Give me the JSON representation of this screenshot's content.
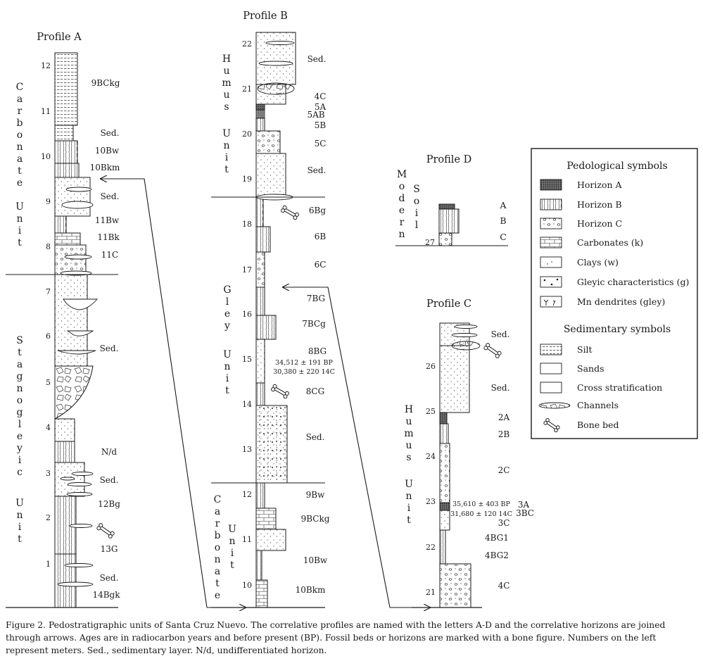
{
  "profiles": {
    "A": {
      "title": "Profile A",
      "ticks": [
        "1",
        "2",
        "3",
        "4",
        "5",
        "6",
        "7",
        "8",
        "9",
        "10",
        "11",
        "12"
      ],
      "unit_top": [
        "C",
        "a",
        "r",
        "b",
        "o",
        "n",
        "a",
        "t",
        "e",
        "",
        "U",
        "n",
        "i",
        "t"
      ],
      "unit_bottom": [
        "S",
        "t",
        "a",
        "g",
        "n",
        "o",
        "g",
        "l",
        "e",
        "y",
        "i",
        "c",
        "",
        "U",
        "n",
        "i",
        "t"
      ],
      "horizons": [
        "9BCkg",
        "Sed.",
        "10Bw",
        "10Bkm",
        "Sed.",
        "11Bw",
        "11Bk",
        "11C",
        "Sed.",
        "N/d",
        "Sed.",
        "12Bg",
        "13G",
        "Sed.",
        "14Bgk"
      ]
    },
    "B": {
      "title": "Profile B",
      "ticks": [
        "10",
        "11",
        "12",
        "13",
        "14",
        "15",
        "16",
        "17",
        "18",
        "19",
        "20",
        "21",
        "22"
      ],
      "unit_humus": [
        "H",
        "u",
        "m",
        "u",
        "s",
        "",
        "U",
        "n",
        "i",
        "t"
      ],
      "unit_gley": [
        "G",
        "l",
        "e",
        "y",
        "",
        "U",
        "n",
        "i",
        "t"
      ],
      "unit_carb": [
        "C",
        "a",
        "r",
        "b",
        "o",
        "n",
        "a",
        "t",
        "e"
      ],
      "unit_carb2": [
        "U",
        "n",
        "i",
        "t"
      ],
      "horizons": [
        "Sed.",
        "4C",
        "5A",
        "5AB",
        "5B",
        "5C",
        "Sed.",
        "6Bg",
        "6B",
        "6C",
        "7BG",
        "7BCg",
        "8BG",
        "8CG",
        "Sed.",
        "9Bw",
        "9BCkg",
        "10Bw",
        "10Bkm"
      ],
      "dates": [
        "34,512 ± 191 BP",
        "30,380 ± 220 14C"
      ]
    },
    "C": {
      "title": "Profile C",
      "ticks": [
        "21",
        "22",
        "23",
        "24",
        "25",
        "26"
      ],
      "unit": [
        "H",
        "u",
        "m",
        "u",
        "s",
        "",
        "U",
        "n",
        "i",
        "t"
      ],
      "horizons": [
        "Sed.",
        "Sed.",
        "2A",
        "2B",
        "2C",
        "3A",
        "3BC",
        "3C",
        "4BG1",
        "4BG2",
        "4C"
      ],
      "dates": [
        "35,610 ± 403 BP",
        "31,680 ± 120 14C"
      ]
    },
    "D": {
      "title": "Profile D",
      "ticks": [
        "27"
      ],
      "unit_modern": [
        "M",
        "o",
        "d",
        "e",
        "r",
        "n"
      ],
      "unit_soil": [
        "S",
        "o",
        "i",
        "l"
      ],
      "horizons": [
        "A",
        "B",
        "C"
      ]
    }
  },
  "legend": {
    "ped_title": "Pedological symbols",
    "ped_items": [
      "Horizon A",
      "Horizon B",
      "Horizon C",
      "Carbonates (k)",
      "Clays (w)",
      "Gleyic characteristics (g)",
      "Mn dendrites (gley)"
    ],
    "sed_title": "Sedimentary symbols",
    "sed_items": [
      "Silt",
      "Sands",
      "Cross stratification",
      "Channels",
      "Bone bed"
    ]
  },
  "caption": "Figure 2. Pedostratigraphic units of Santa Cruz Nuevo. The correlative profiles are named with the letters A-D and the correlative horizons are joined through arrows. Ages are in radiocarbon years and before present (BP). Fossil beds or horizons are marked with a bone figure. Numbers on the left represent meters. Sed., sedimentary layer. N/d, undifferentiated horizon."
}
